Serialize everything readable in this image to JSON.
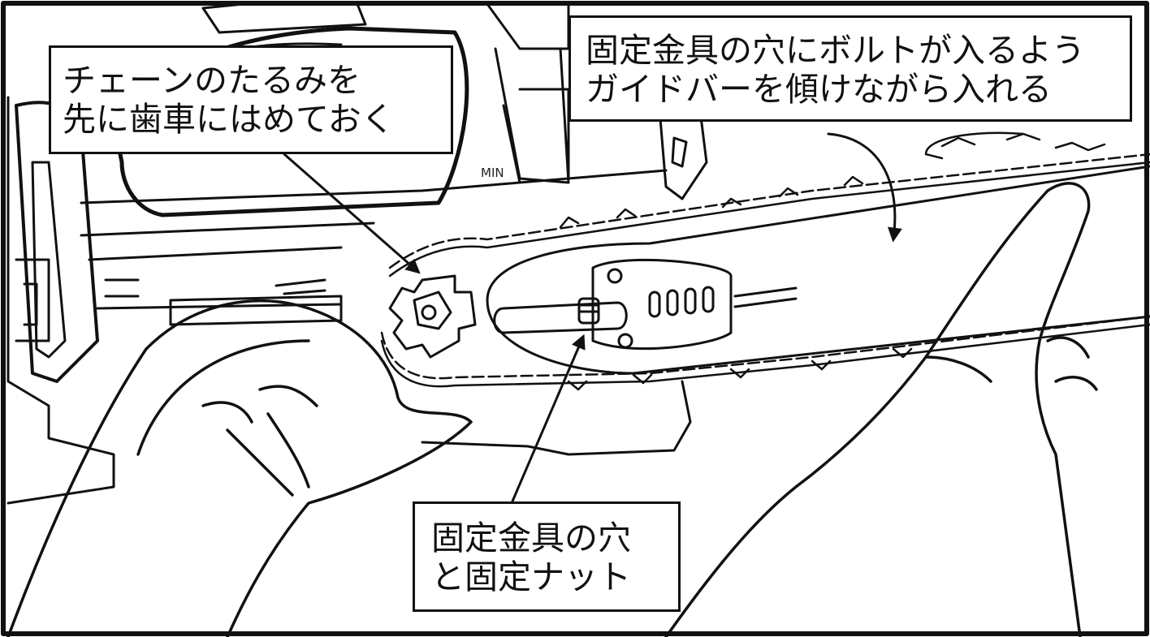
{
  "callouts": {
    "slack": {
      "line1": "チェーンのたるみを",
      "line2": "先に歯車にはめておく"
    },
    "tilt": {
      "line1": "固定金具の穴にボルトが入るよう",
      "line2": "ガイドバーを傾けながら入れる"
    },
    "bolt": {
      "line1": "固定金具の穴",
      "line2": "と固定ナット"
    }
  },
  "tank_marker": "MIN",
  "colors": {
    "line": "#111111",
    "background": "#ffffff"
  },
  "icons": [
    "saw-body",
    "sprocket",
    "guide-bar",
    "saw-chain",
    "left-hand",
    "right-hand",
    "arrow"
  ]
}
